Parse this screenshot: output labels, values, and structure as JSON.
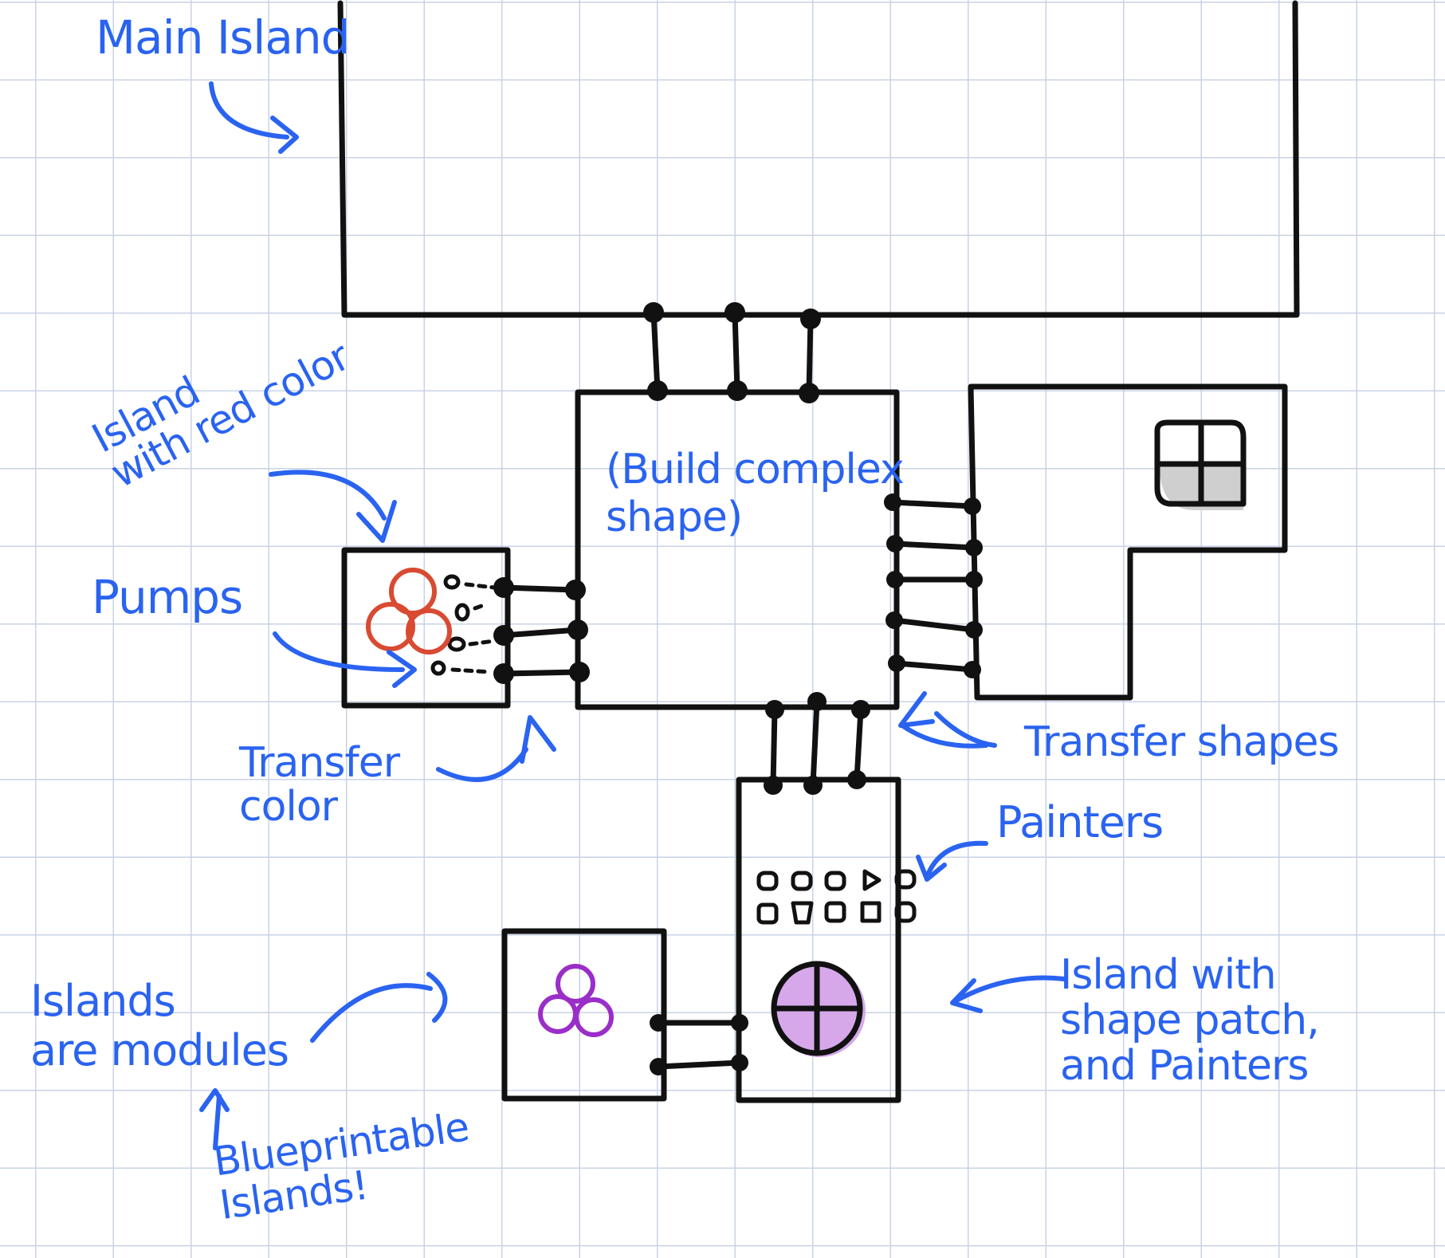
{
  "colors": {
    "ink": "#111111",
    "annotation": "#2a63f0",
    "red_mark": "#d94a32",
    "purple_mark": "#9a2ec8",
    "purple_fill": "#d6a8ea",
    "gray_fill": "#cfcfcf",
    "grid": "#c9d3e6"
  },
  "labels": {
    "main_island": "Main Island",
    "island_red": "Island\nwith red color",
    "pumps": "Pumps",
    "transfer_color": "Transfer\ncolor",
    "build_complex": "(Build complex\nshape)",
    "painters": "Painters",
    "transfer_shapes": "Transfer shapes",
    "islands_modules": "Islands\nare modules",
    "blueprintable": "Blueprintable\nIslands!",
    "island_shape_patch": "Island with\nshape patch,\nand Painters"
  },
  "icons": [
    "red-color-blob-icon",
    "quartered-shape-icon",
    "purple-color-blob-icon",
    "purple-quartered-circle-icon",
    "painter-grid-icon",
    "arrow-icon"
  ]
}
